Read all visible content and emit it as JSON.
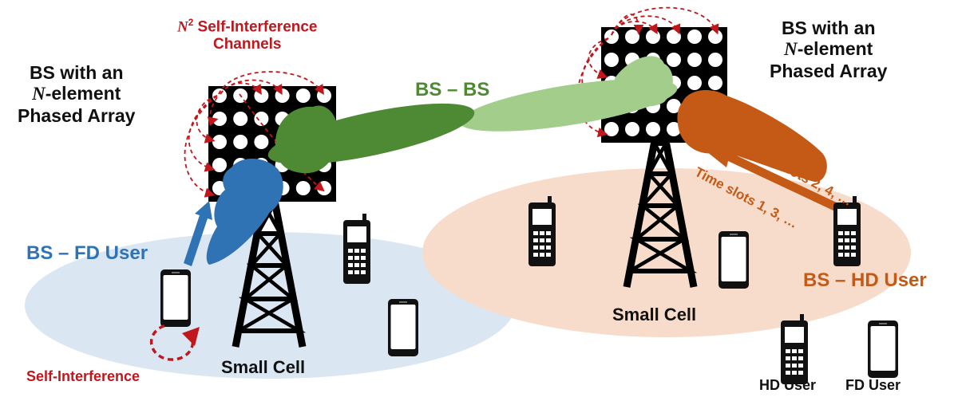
{
  "colors": {
    "fd_blue": "#2f73b5",
    "bs_green_dark": "#4e8a33",
    "bs_green_light": "#a3cd8b",
    "hd_orange": "#c45a15",
    "self_interference_red": "#c0161c",
    "fd_cell_fill": "#dbe6f3",
    "hd_cell_fill": "#f7dccb",
    "array_black": "#000000"
  },
  "left_bs": {
    "line1": "BS with an",
    "var_n": "N",
    "line2_rest": "-element",
    "line3": "Phased Array"
  },
  "right_bs": {
    "line1": "BS with an",
    "var_n": "N",
    "line2_rest": "-element",
    "line3": "Phased Array"
  },
  "si_channels": {
    "var_n": "N",
    "sup": "2",
    "line1_rest": " Self-Interference",
    "line2": "Channels"
  },
  "links": {
    "bs_bs": "BS – BS",
    "bs_fd_user": "BS – FD User",
    "bs_hd_user": "BS – HD User"
  },
  "time_slots": {
    "even": "Time slots 2, 4, …",
    "odd": "Time slots 1, 3, …"
  },
  "self_interference": "Self-Interference",
  "cells": {
    "left": "Small Cell",
    "right": "Small Cell"
  },
  "legend": {
    "hd_user": "HD User",
    "fd_user": "FD User"
  },
  "icons": [
    "base-station-tower-icon",
    "phased-array-icon",
    "feature-phone-icon",
    "smartphone-icon",
    "beam-icon",
    "circular-arrow-icon"
  ]
}
